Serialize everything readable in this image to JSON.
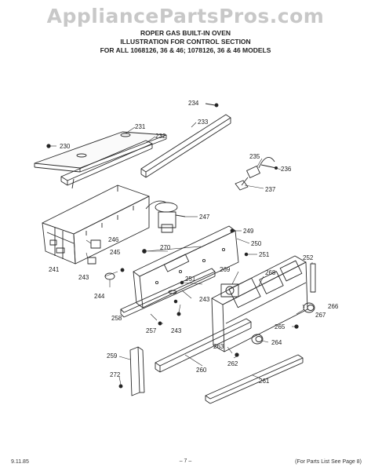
{
  "watermark": "AppliancePartsPros.com",
  "header": {
    "line1": "ROPER GAS BUILT-IN OVEN",
    "line2": "ILLUSTRATION FOR CONTROL SECTION",
    "line3": "FOR ALL 1068126, 36 & 46; 1078126, 36 & 46 MODELS"
  },
  "parts": {
    "p230": "230",
    "p231": "231",
    "p232": "232",
    "p233": "233",
    "p234": "234",
    "p235": "235",
    "p236": "236",
    "p237": "237",
    "p241": "241",
    "p243a": "243",
    "p243b": "243",
    "p243c": "243",
    "p244": "244",
    "p245": "245",
    "p246": "246",
    "p247": "247",
    "p249": "249",
    "p250": "250",
    "p251a": "251",
    "p251b": "251",
    "p252": "252",
    "p257": "257",
    "p258": "258",
    "p259": "259",
    "p260": "260",
    "p261": "261",
    "p262": "262",
    "p263": "263",
    "p264": "264",
    "p265": "265",
    "p266": "266",
    "p267": "267",
    "p268": "268",
    "p269": "269",
    "p270": "270",
    "p272": "272"
  },
  "footer": {
    "date": "9.11.85",
    "page": "– 7 –",
    "note": "(For Parts List See Page 8)"
  }
}
